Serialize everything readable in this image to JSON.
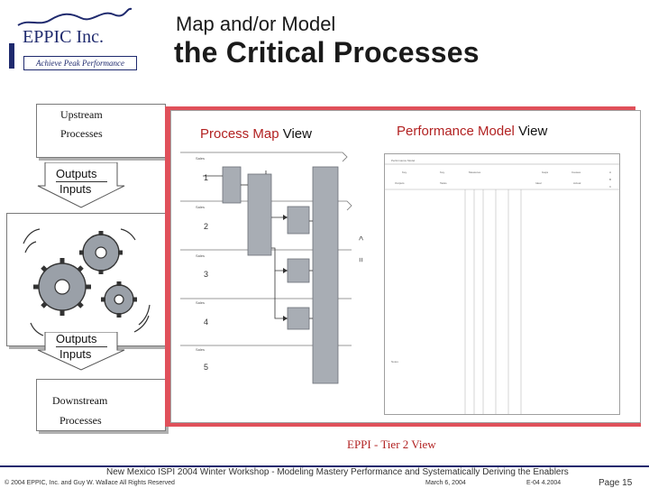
{
  "logo": {
    "name": "EPPIC Inc.",
    "tagline": "Achieve Peak Performance"
  },
  "header": {
    "subtitle": "Map and/or Model",
    "title": "the Critical Processes"
  },
  "flow": {
    "upstream_line1": "Upstream",
    "upstream_line2": "Processes",
    "top_chevron": {
      "top": "Outputs",
      "bottom": "Inputs"
    },
    "bottom_chevron": {
      "top": "Outputs",
      "bottom": "Inputs"
    },
    "downstream_line1": "Downstream",
    "downstream_line2": "Processes"
  },
  "views": {
    "process_map_view": {
      "word1": "Process Map",
      "word2": "View"
    },
    "performance_model_view": {
      "word1": "Performance Model",
      "word2": "View"
    }
  },
  "map": {
    "steps": [
      "1",
      "2",
      "3",
      "4",
      "5"
    ],
    "connectors": [
      "<",
      "="
    ]
  },
  "colors": {
    "brand_navy": "#1f2a6e",
    "accent_red": "#b22222",
    "panel_shadow": "#e0505a",
    "bar_gray": "#a8adb4"
  },
  "footer": {
    "tier": "EPPI - Tier 2 View",
    "workshop": "New Mexico ISPI 2004 Winter Workshop  -  Modeling Mastery Performance and Systematically Deriving the Enablers",
    "copyright": "© 2004 EPPIC, Inc. and Guy W. Wallace    All Rights Reserved",
    "date": "March 6, 2004",
    "version": "E-04  4.2004",
    "page": "Page 15"
  }
}
